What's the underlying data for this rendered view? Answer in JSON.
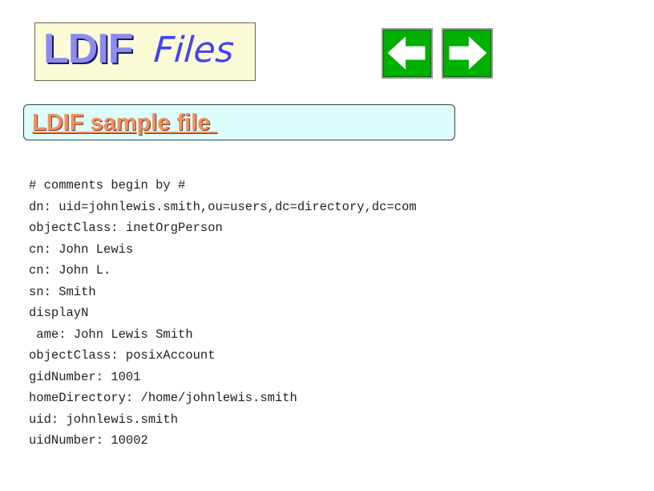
{
  "header": {
    "title_main": "LDIF",
    "title_sub": "Files"
  },
  "nav": {
    "back_icon": "arrow-left-icon",
    "forward_icon": "arrow-right-icon",
    "button_color": "#00b000"
  },
  "section": {
    "heading": "LDIF sample file "
  },
  "code_lines": [
    "# comments begin by #",
    "dn: uid=johnlewis.smith,ou=users,dc=directory,dc=com",
    "objectClass: inetOrgPerson",
    "cn: John Lewis",
    "cn: John L.",
    "sn: Smith",
    "displayN",
    " ame: John Lewis Smith",
    "objectClass: posixAccount",
    "gidNumber: 1001",
    "homeDirectory: /home/johnlewis.smith",
    "uid: johnlewis.smith",
    "uidNumber: 10002"
  ]
}
